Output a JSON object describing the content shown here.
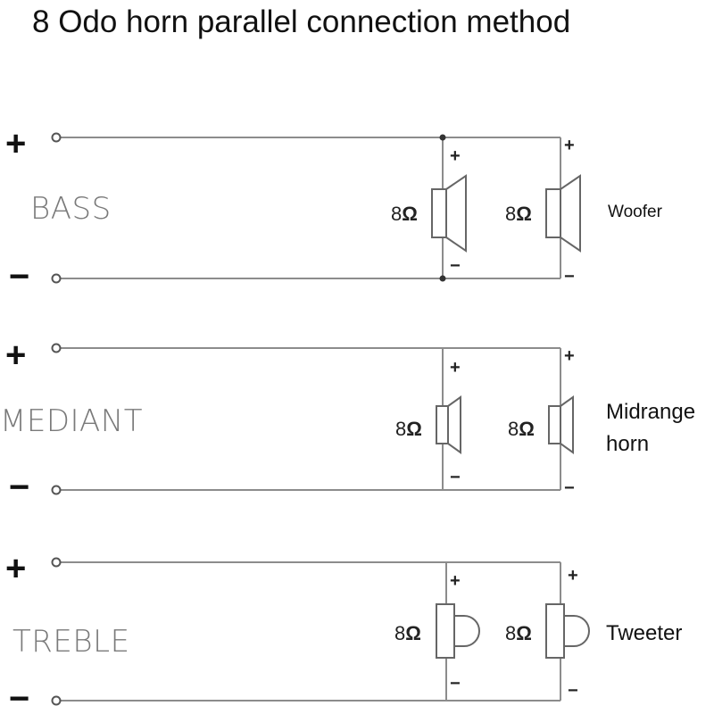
{
  "title": "8 Odo horn parallel connection method",
  "terminal_plus": "+",
  "terminal_minus": "−",
  "speaker_plus": "+",
  "speaker_minus": "−",
  "impedance_num": "8",
  "impedance_unit": "Ω",
  "groups": [
    {
      "label": "BASS",
      "speaker_type": "woofer",
      "description_lines": [
        "Woofer"
      ]
    },
    {
      "label": "MEDIANT",
      "speaker_type": "midrange",
      "description_lines": [
        "Midrange",
        "horn"
      ]
    },
    {
      "label": "TREBLE",
      "speaker_type": "tweeter",
      "description_lines": [
        "Tweeter"
      ]
    }
  ]
}
